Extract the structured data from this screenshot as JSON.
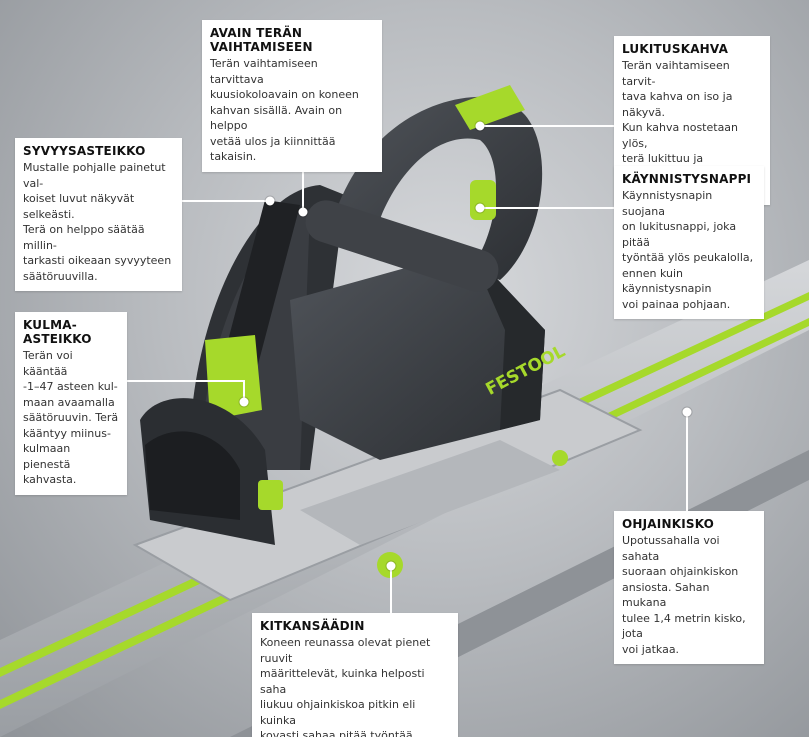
{
  "brand": {
    "logo": "FESTOOL",
    "accent": "#a6d92b",
    "body": "#3c3f43",
    "rail": "#b8bbbf"
  },
  "callouts": {
    "avain": {
      "title": "AVAIN TERÄN VAIHTAMISEEN",
      "body": "Terän vaihtamiseen tarvittava\nkuusiokoloavain on koneen\nkahvan sisällä. Avain on helppo\nvetää ulos ja kiinnittää takaisin."
    },
    "lukituskahva": {
      "title": "LUKITUSKAHVA",
      "body": "Terän vaihtamiseen tarvit-\ntava kahva on iso ja näkyvä.\nKun kahva nostetaan ylös,\nterä lukittuu ja teränlukitus-\nruuvi tulee esiin."
    },
    "syvyysasteikko": {
      "title": "SYVYYSASTEIKKO",
      "body": "Mustalle pohjalle painetut val-\nkoiset luvut näkyvät selkeästi.\nTerä on helppo säätää millin-\ntarkasti oikeaan syvyyteen\nsäätöruuvilla."
    },
    "kaynnistysnappi": {
      "title": "KÄYNNISTYSNAPPI",
      "body": "Käynnistysnapin suojana\non lukitusnappi, joka pitää\ntyöntää ylös peukalolla,\nennen kuin käynnistysnapin\nvoi painaa pohjaan."
    },
    "kulma": {
      "title": "KULMA-ASTEIKKO",
      "body": "Terän voi kääntää\n-1–47 asteen kul-\nmaan avaamalla\nsäätöruuvin. Terä\nkääntyy miinus-\nkulmaan pienestä\nkahvasta."
    },
    "ohjainkisko": {
      "title": "OHJAINKISKO",
      "body": "Upotussahalla voi sahata\nsuoraan ohjainkiskon\nansiosta. Sahan mukana\ntulee 1,4 metrin kisko, jota\nvoi jatkaa."
    },
    "kitkansaadin": {
      "title": "KITKANSÄÄDIN",
      "body": "Koneen reunassa olevat pienet ruuvit\nmäärittelevät, kuinka helposti saha\nliukuu ohjainkiskoa pitkin eli kuinka\nkovasti sahaa pitää työntää."
    }
  }
}
